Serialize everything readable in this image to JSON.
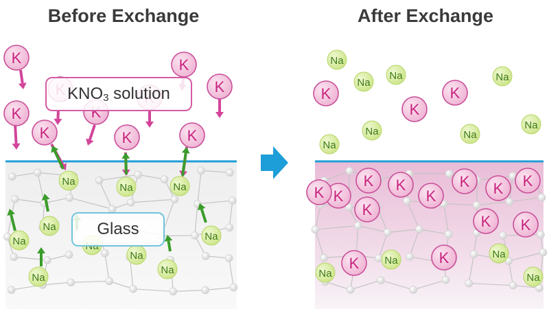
{
  "panels": {
    "before_title": "Before Exchange",
    "after_title": "After Exchange"
  },
  "labels": {
    "solution_prefix": "KNO",
    "solution_sub": "3",
    "solution_suffix": " solution",
    "glass": "Glass"
  },
  "ions": {
    "potassium": "K",
    "sodium": "Na"
  },
  "colors": {
    "potassium_fill": "#f4c6de",
    "potassium_stroke": "#c84f98",
    "potassium_text": "#c8237e",
    "sodium_fill": "#d8ec9e",
    "sodium_text": "#3d7a1a",
    "k_arrow": "#d2459a",
    "na_arrow": "#3a9c2a",
    "surface_line": "#1e9ed8",
    "process_arrow": "#1e9ed8",
    "glass_region": "#f0f0f0",
    "ion_exchanged_region": "#ecc9df"
  }
}
